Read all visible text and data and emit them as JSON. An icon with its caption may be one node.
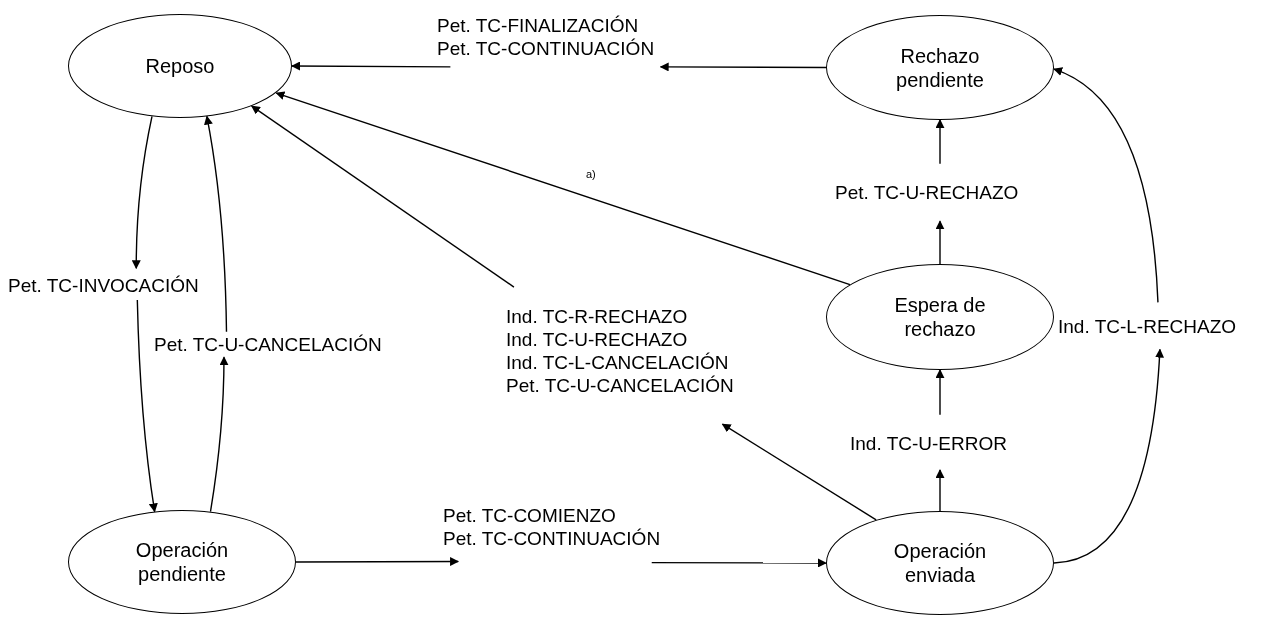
{
  "diagram": {
    "nodes": [
      {
        "text": [
          "Reposo"
        ]
      },
      {
        "text": [
          "Rechazo pendiente"
        ]
      },
      {
        "text": [
          "Espera de rechazo"
        ]
      },
      {
        "text": [
          "Operación pendiente"
        ]
      },
      {
        "text": [
          "Operación enviada"
        ]
      },
      {
        "text": [
          "Pet. TC-FINALIZACIÓN",
          "Pet. TC-CONTINUACIÓN"
        ]
      },
      {
        "text": [
          "Pet. TC-INVOCACIÓN"
        ]
      },
      {
        "text": [
          "Pet. TC-U-CANCELACIÓN"
        ]
      },
      {
        "text": [
          "Pet. TC-COMIENZO",
          "Pet. TC-CONTINUACIÓN"
        ]
      },
      {
        "text": [
          "Ind. TC-R-RECHAZO",
          "Ind. TC-U-RECHAZO",
          "Ind. TC-L-CANCELACIÓN",
          "Pet. TC-U-CANCELACIÓN"
        ]
      },
      {
        "text": [
          "Ind. TC-U-ERROR"
        ]
      },
      {
        "text": [
          "Pet. TC-U-RECHAZO"
        ]
      },
      {
        "text": [
          "Ind. TC-L-RECHAZO"
        ]
      }
    ],
    "edges": [
      {
        "from": 1,
        "to": 5,
        "arrow": "to"
      },
      {
        "from": 5,
        "to": 0,
        "arrow": "to"
      },
      {
        "from": 0,
        "to": 6,
        "arrow": "to"
      },
      {
        "from": 6,
        "to": 3,
        "arrow": "to"
      },
      {
        "from": 3,
        "to": 7,
        "arrow": "to"
      },
      {
        "from": 7,
        "to": 0,
        "arrow": "to"
      },
      {
        "from": 3,
        "to": 8,
        "arrow": "to"
      },
      {
        "from": 8,
        "to": 4,
        "arrow": "to"
      },
      {
        "from": 4,
        "to": 9,
        "arrow": "to"
      },
      {
        "from": 9,
        "to": 0,
        "arrow": "to"
      },
      {
        "from": 4,
        "to": 10,
        "arrow": "to"
      },
      {
        "from": 10,
        "to": 2,
        "arrow": "to"
      },
      {
        "from": 2,
        "to": 11,
        "arrow": "to"
      },
      {
        "from": 11,
        "to": 1,
        "arrow": "to"
      },
      {
        "from": 4,
        "to": 12,
        "arrow": "to"
      },
      {
        "from": 12,
        "to": 1,
        "arrow": "to"
      },
      {
        "from": 2,
        "to": 0,
        "arrow": "to"
      }
    ],
    "labels": [
      "a)"
    ]
  }
}
